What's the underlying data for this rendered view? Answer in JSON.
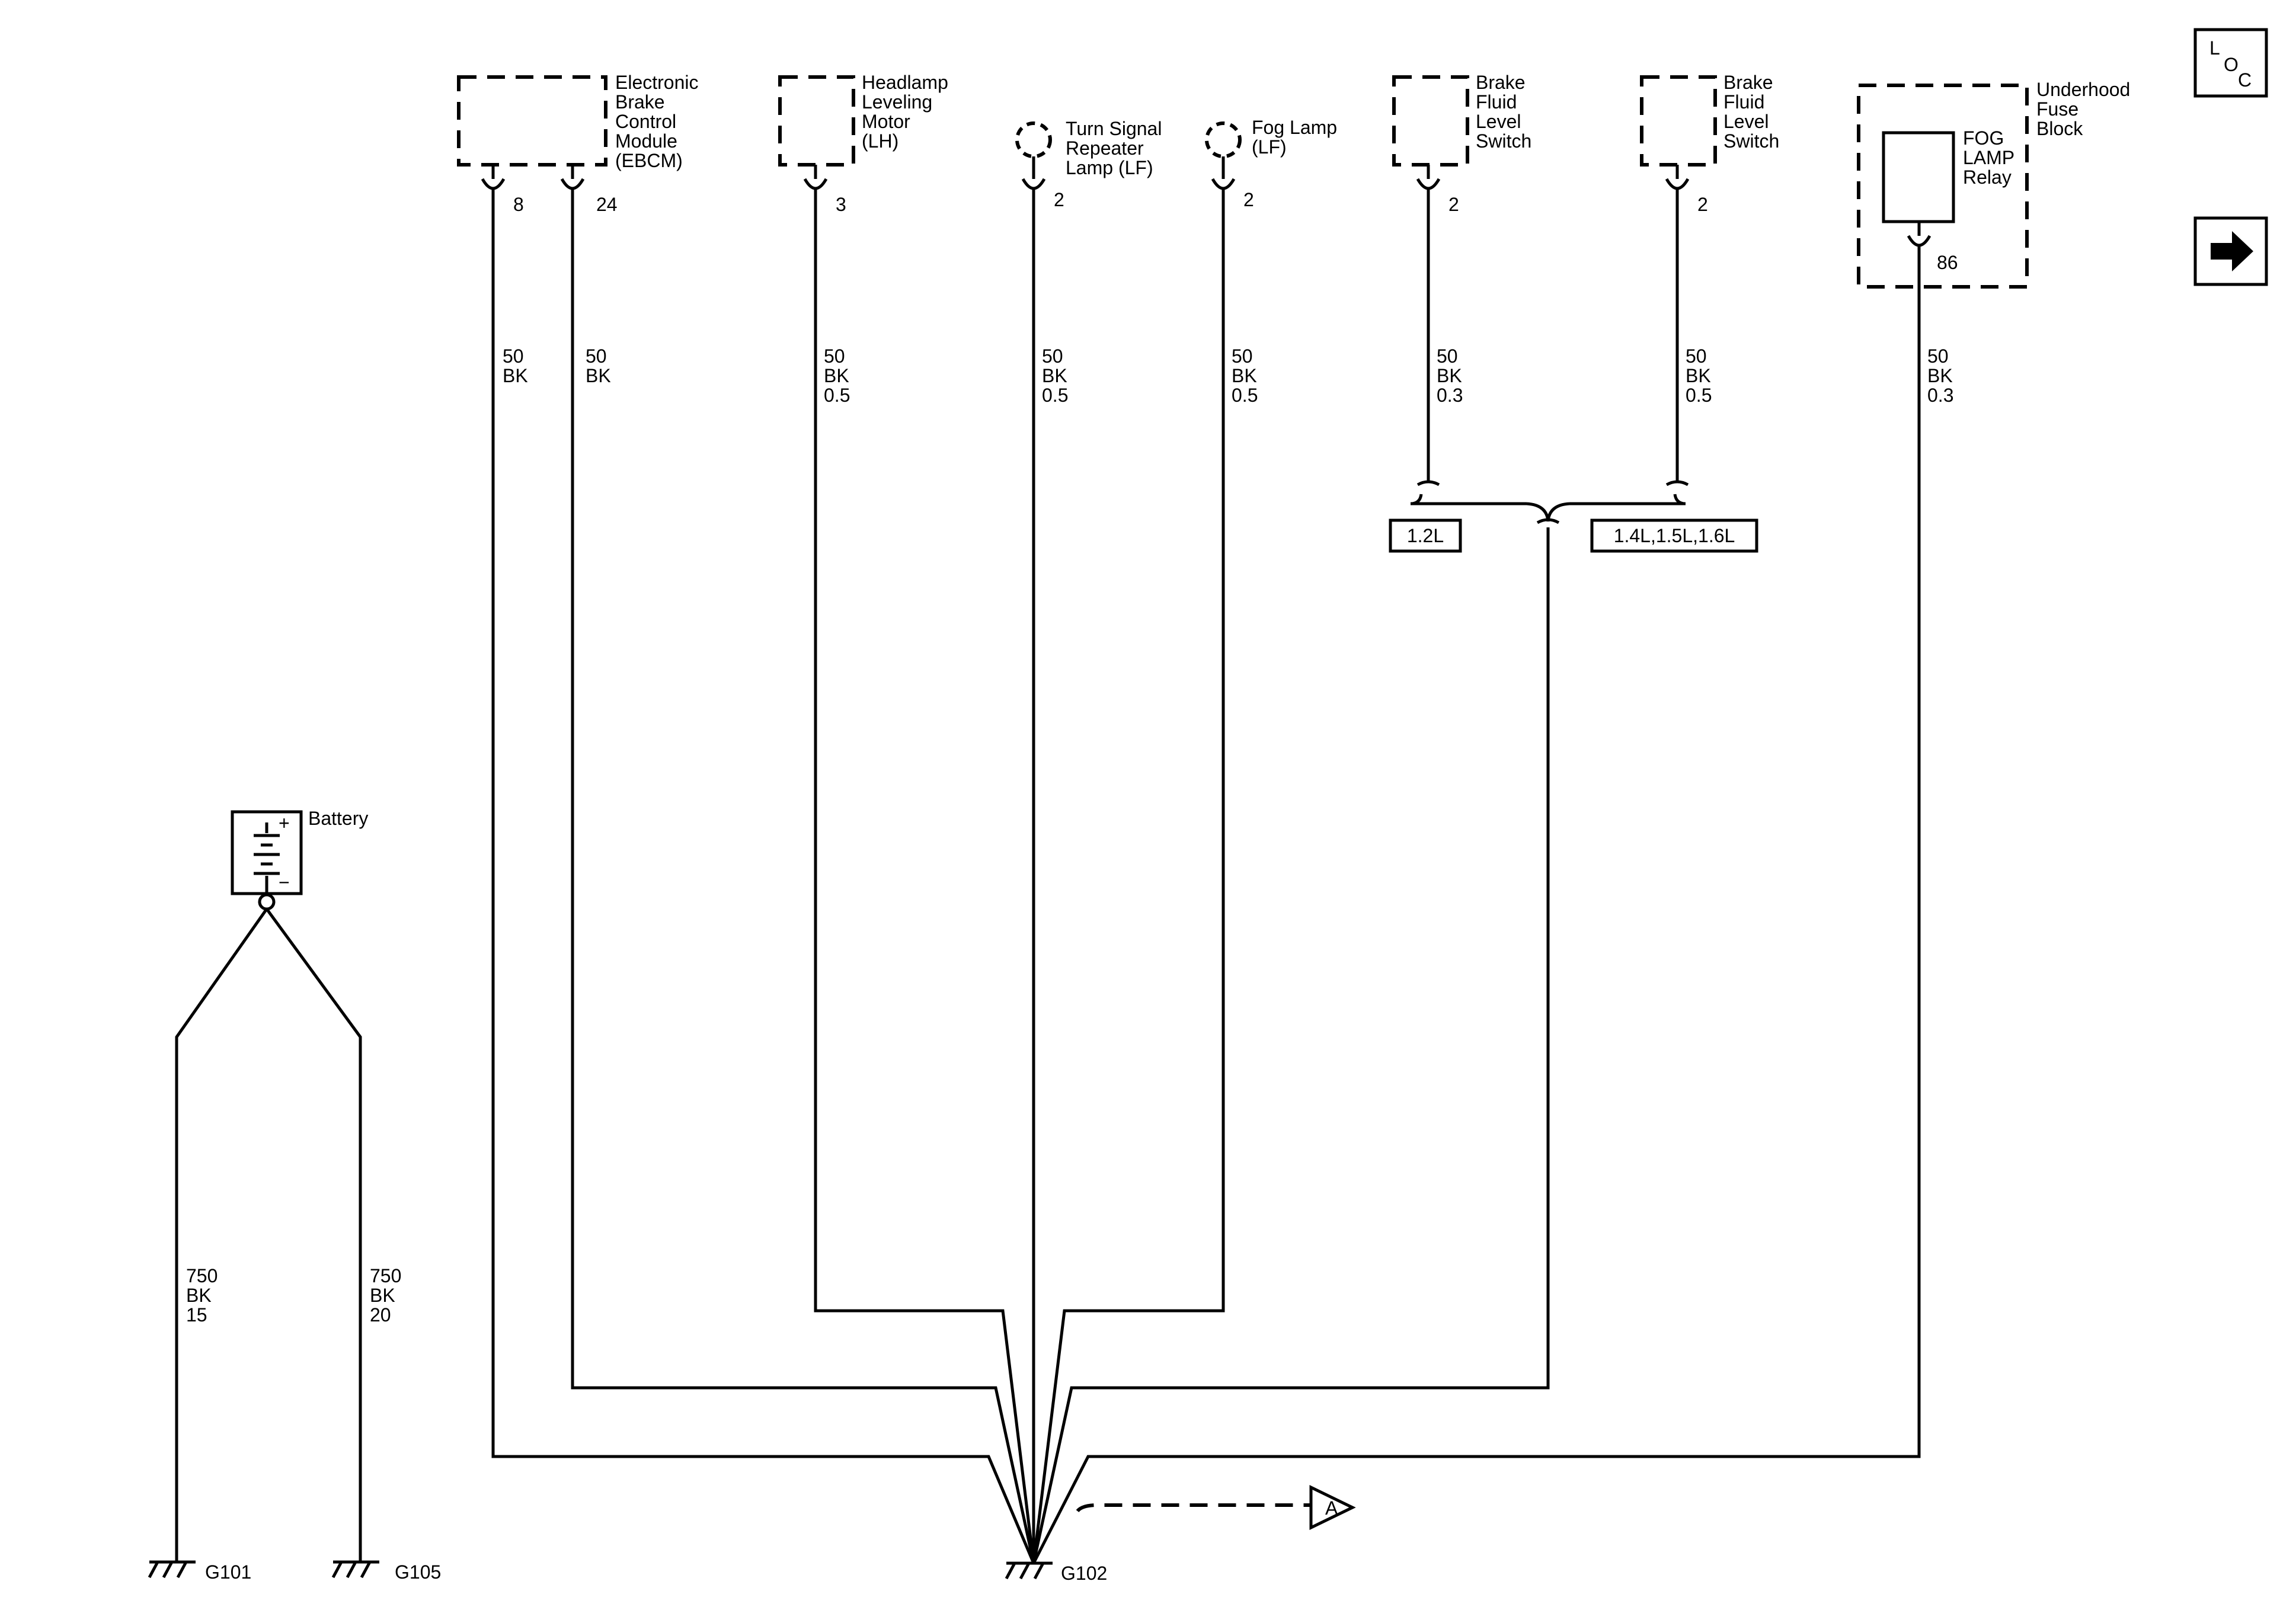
{
  "components": {
    "ebcm": [
      "Electronic",
      "Brake",
      "Control",
      "Module",
      "(EBCM)"
    ],
    "headlamp_motor": [
      "Headlamp",
      "Leveling",
      "Motor",
      "(LH)"
    ],
    "turn_signal": [
      "Turn Signal",
      "Repeater",
      "Lamp (LF)"
    ],
    "fog_lamp": [
      "Fog Lamp",
      "(LF)"
    ],
    "brake_switch_1": [
      "Brake",
      "Fluid",
      "Level",
      "Switch"
    ],
    "brake_switch_2": [
      "Brake",
      "Fluid",
      "Level",
      "Switch"
    ],
    "fuse_block": [
      "Underhood",
      "Fuse",
      "Block"
    ],
    "fog_relay": [
      "FOG",
      "LAMP",
      "Relay"
    ],
    "battery": "Battery",
    "battery_plus": "+",
    "battery_minus": "−"
  },
  "pins": {
    "ebcm_a": "8",
    "ebcm_b": "24",
    "headlamp": "3",
    "turn_signal": "2",
    "fog_lamp": "2",
    "brake_1": "2",
    "brake_2": "2",
    "relay": "86"
  },
  "wires": {
    "ebcm_a": [
      "50",
      "BK"
    ],
    "ebcm_b": [
      "50",
      "BK"
    ],
    "headlamp": [
      "50",
      "BK",
      "0.5"
    ],
    "turn_signal": [
      "50",
      "BK",
      "0.5"
    ],
    "fog_lamp": [
      "50",
      "BK",
      "0.5"
    ],
    "brake_1": [
      "50",
      "BK",
      "0.3"
    ],
    "brake_2": [
      "50",
      "BK",
      "0.5"
    ],
    "relay": [
      "50",
      "BK",
      "0.3"
    ],
    "battery_left": [
      "750",
      "BK",
      "15"
    ],
    "battery_right": [
      "750",
      "BK",
      "20"
    ]
  },
  "options": {
    "option_a": "1.2L",
    "option_b": "1.4L,1.5L,1.6L"
  },
  "grounds": {
    "g101": "G101",
    "g105": "G105",
    "g102": "G102"
  },
  "references": {
    "offpage": "A",
    "loc_l": "L",
    "loc_o": "O",
    "loc_c": "C",
    "next_page_icon": "arrow-right-icon"
  }
}
